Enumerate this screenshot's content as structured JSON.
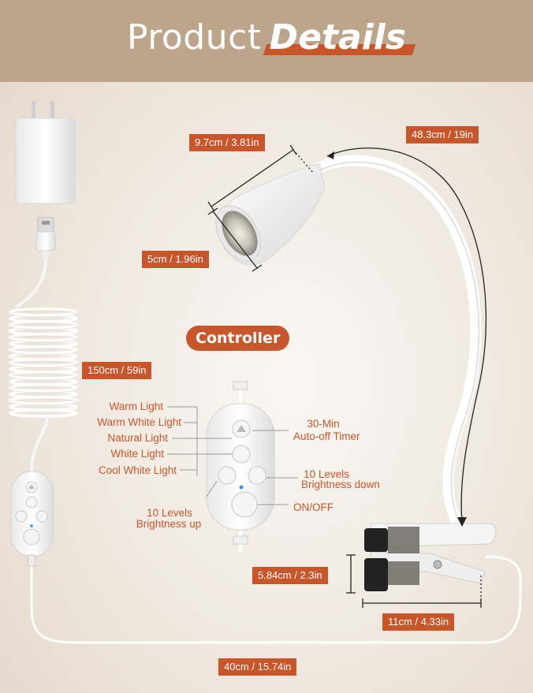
{
  "header": {
    "title_part1": "Product",
    "title_part2": "Details"
  },
  "dimensions": {
    "lamp_head_length": "9.7cm / 3.81in",
    "gooseneck_length": "48.3cm / 19in",
    "lamp_head_diameter": "5cm / 1.96in",
    "coiled_cable_length": "150cm / 59in",
    "clip_height": "5.84cm / 2.3in",
    "clip_length": "11cm / 4.33in",
    "controller_cable_length": "40cm / 15.74in"
  },
  "controller": {
    "title": "Controller",
    "modes": [
      "Warm Light",
      "Warm White Light",
      "Natural Light",
      "White Light",
      "Cool White Light"
    ],
    "timer_label": [
      "30-Min",
      "Auto-off Timer"
    ],
    "brightness_down_label": [
      "10 Levels",
      "Brightness down"
    ],
    "brightness_up_label": [
      "10 Levels",
      "Brightness up"
    ],
    "power_label": "ON/OFF"
  },
  "colors": {
    "accent": "#c8562a",
    "header_bg": "#bda58c",
    "dimension_line": "#222222"
  }
}
